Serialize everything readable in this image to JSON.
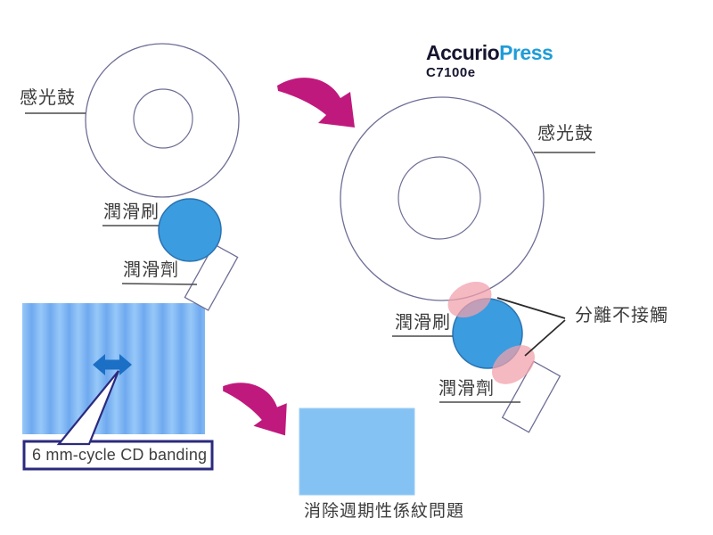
{
  "logo": {
    "brand": "Accurio",
    "product": "Press",
    "model": "C7100e"
  },
  "left_diagram": {
    "drum_label": "感光鼓",
    "brush_label": "潤滑刷",
    "lubricant_label": "潤滑劑",
    "banding_callout": "6 mm-cycle CD banding"
  },
  "right_diagram": {
    "drum_label": "感光鼓",
    "brush_label": "潤滑刷",
    "lubricant_label": "潤滑劑",
    "separation_label": "分離不接觸",
    "result_caption": "消除週期性係紋問題"
  },
  "colors": {
    "brush_blue": "#3b9cdf",
    "contact_pink": "#f2a0ac",
    "arrow_magenta": "#c0197d",
    "result_blue": "#85c2f4",
    "band_light": "#97c8f8",
    "band_dark": "#6fa9ef",
    "cd_arrow_blue": "#1b6fc4",
    "callout_navy": "#2b2a7e",
    "outline_gray": "#6e6e96",
    "logo_dark": "#15152f",
    "logo_cyan": "#1f9cd8"
  }
}
